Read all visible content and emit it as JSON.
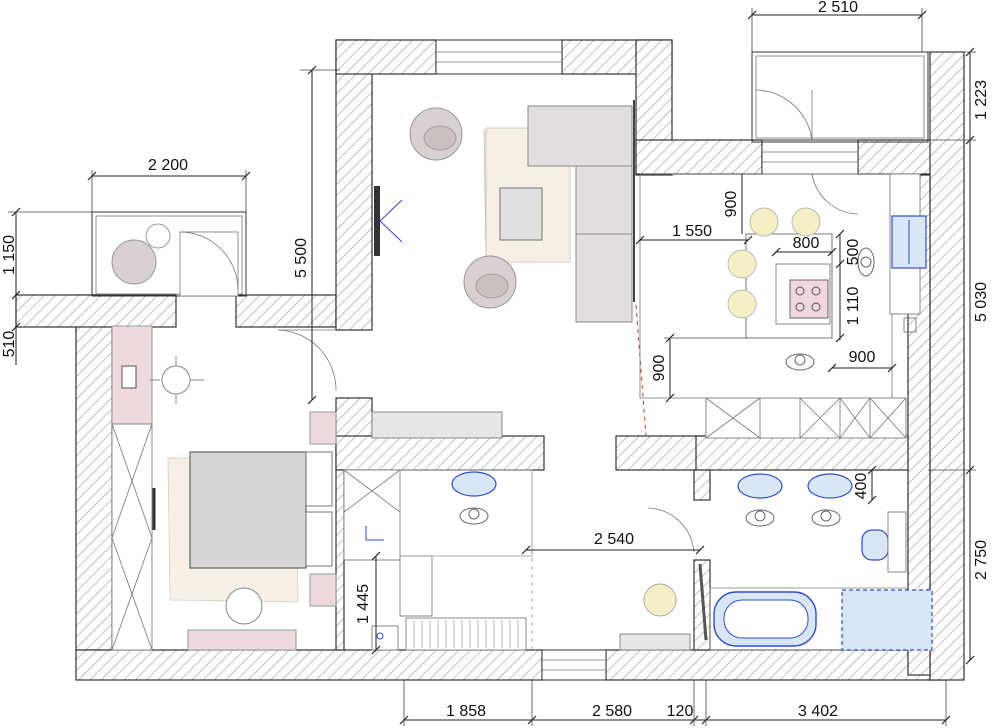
{
  "dimensions": {
    "top_width": "2 510",
    "balcony_width": "2 200",
    "balcony_depth": "1 150",
    "wall_510": "510",
    "living_depth": "5 500",
    "right_1223": "1 223",
    "right_5030": "5 030",
    "right_2750": "2 750",
    "kitchen_900_top": "900",
    "kitchen_1550": "1 550",
    "island_800": "800",
    "island_500": "500",
    "island_1110": "1 110",
    "kitchen_900_right": "900",
    "kitchen_900_left": "900",
    "bath_400": "400",
    "corridor_2540": "2 540",
    "closet_1445": "1 445",
    "bottom_1858": "1 858",
    "bottom_2580": "2 580",
    "bottom_120": "120",
    "bottom_3402": "3 402"
  },
  "colors": {
    "wall_hatch": "#9a9a9a",
    "sofa": "#e3dede",
    "rug": "#f6efe6",
    "bed": "#d6d6d6",
    "desk": "#eed9dc",
    "fixture_blue": "#2f4fc9",
    "fixture_fill": "#d9e6f7",
    "chair_yellow": "#f4efc4",
    "cooktop": "#f1d6de",
    "door_red": "#c0392b",
    "tv_blue": "#3b3bd6"
  }
}
